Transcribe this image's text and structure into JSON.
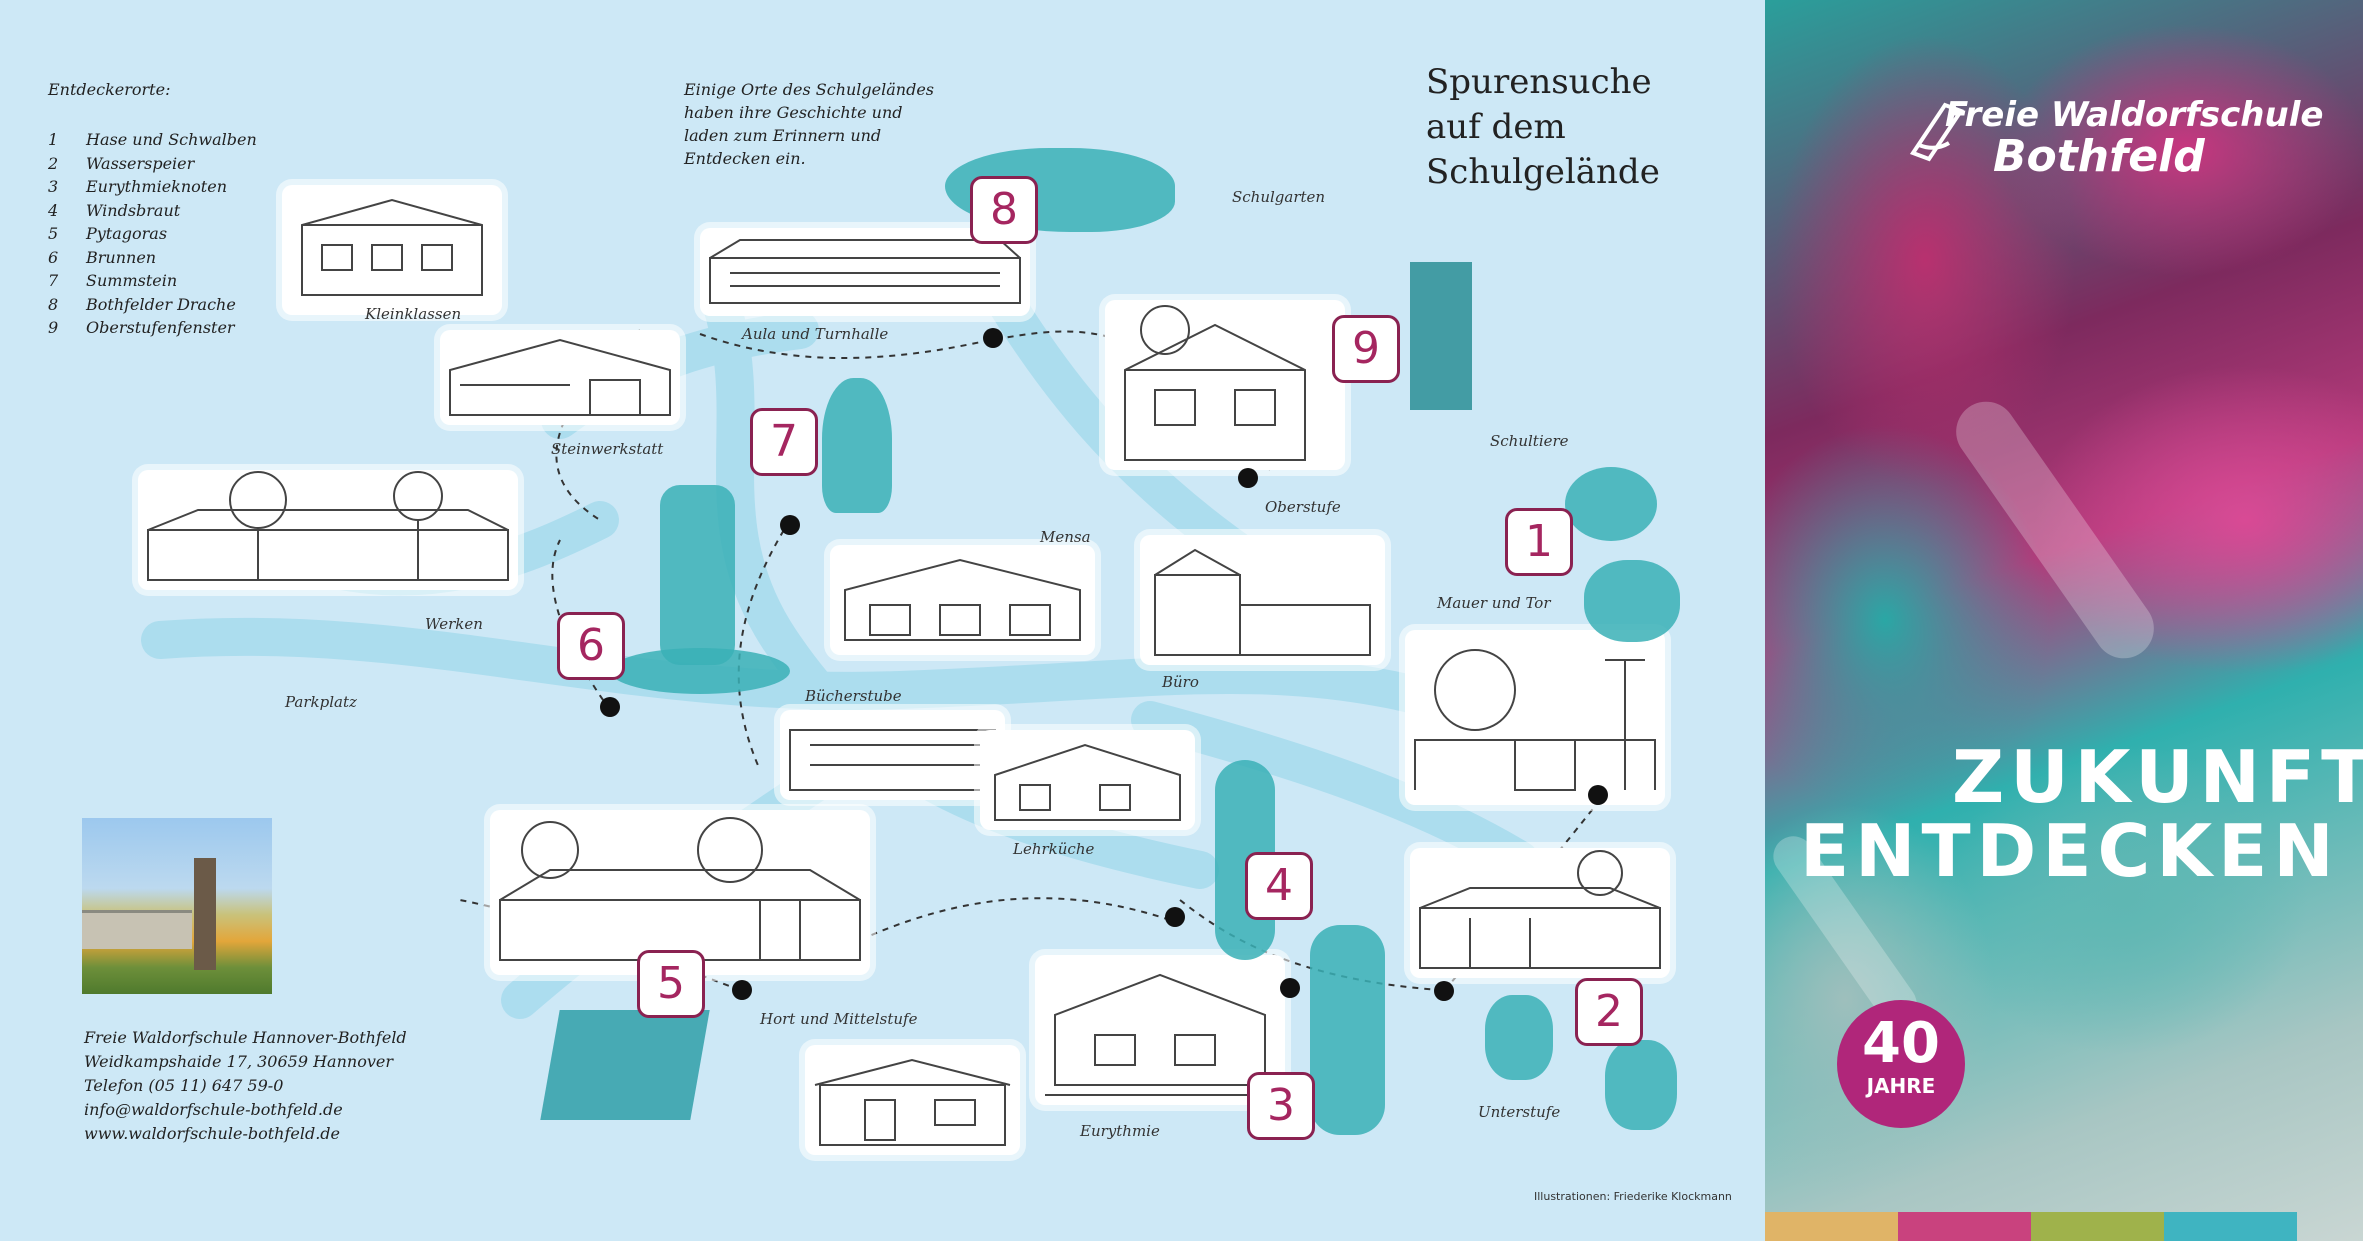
{
  "map": {
    "legend_title": "Entdeckerorte:",
    "legend": [
      {
        "num": "1",
        "name": "Hase und Schwalben"
      },
      {
        "num": "2",
        "name": "Wasserspeier"
      },
      {
        "num": "3",
        "name": "Eurythmieknoten"
      },
      {
        "num": "4",
        "name": "Windsbraut"
      },
      {
        "num": "5",
        "name": "Pytagoras"
      },
      {
        "num": "6",
        "name": "Brunnen"
      },
      {
        "num": "7",
        "name": "Summstein"
      },
      {
        "num": "8",
        "name": "Bothfelder Drache"
      },
      {
        "num": "9",
        "name": "Oberstufenfenster"
      }
    ],
    "intro": "Einige Orte des Schulgeländes haben ihre Geschichte und laden zum Erinnern und Entdecken ein.",
    "title_line1": "Spurensuche",
    "title_line2": "auf dem",
    "title_line3": "Schulgelände",
    "places": {
      "schulgarten": "Schulgarten",
      "kleinklassen": "Kleinklassen",
      "aula": "Aula und Turnhalle",
      "steinwerkstatt": "Steinwerkstatt",
      "oberstufe": "Oberstufe",
      "schultiere": "Schultiere",
      "mensa": "Mensa",
      "werken": "Werken",
      "mauer": "Mauer und Tor",
      "buero": "Büro",
      "parkplatz": "Parkplatz",
      "buecherstube": "Bücherstube",
      "lehrkueche": "Lehrküche",
      "hort": "Hort und Mittelstufe",
      "eurythmie": "Eurythmie",
      "unterstufe": "Unterstufe"
    },
    "markers": [
      "1",
      "2",
      "3",
      "4",
      "5",
      "6",
      "7",
      "8",
      "9"
    ],
    "credit": "Illustrationen: Friederike Klockmann",
    "address": {
      "line1": "Freie Waldorfschule Hannover-Bothfeld",
      "line2": "Weidkampshaide 17, 30659 Hannover",
      "line3": "Telefon (05 11) 647 59-0",
      "line4": "info@waldorfschule-bothfeld.de",
      "line5": "www.waldorfschule-bothfeld.de"
    }
  },
  "cover": {
    "logo_line1": "Freie Waldorfschule",
    "logo_line2": "Bothfeld",
    "slogan_line1": "ZUKUNFT",
    "slogan_line2": "ENTDECKEN",
    "badge_number": "40",
    "badge_text": "JAHRE",
    "colorbar": [
      "#e0b467",
      "#c9427e",
      "#9fb24b",
      "#3fb4c1"
    ]
  }
}
